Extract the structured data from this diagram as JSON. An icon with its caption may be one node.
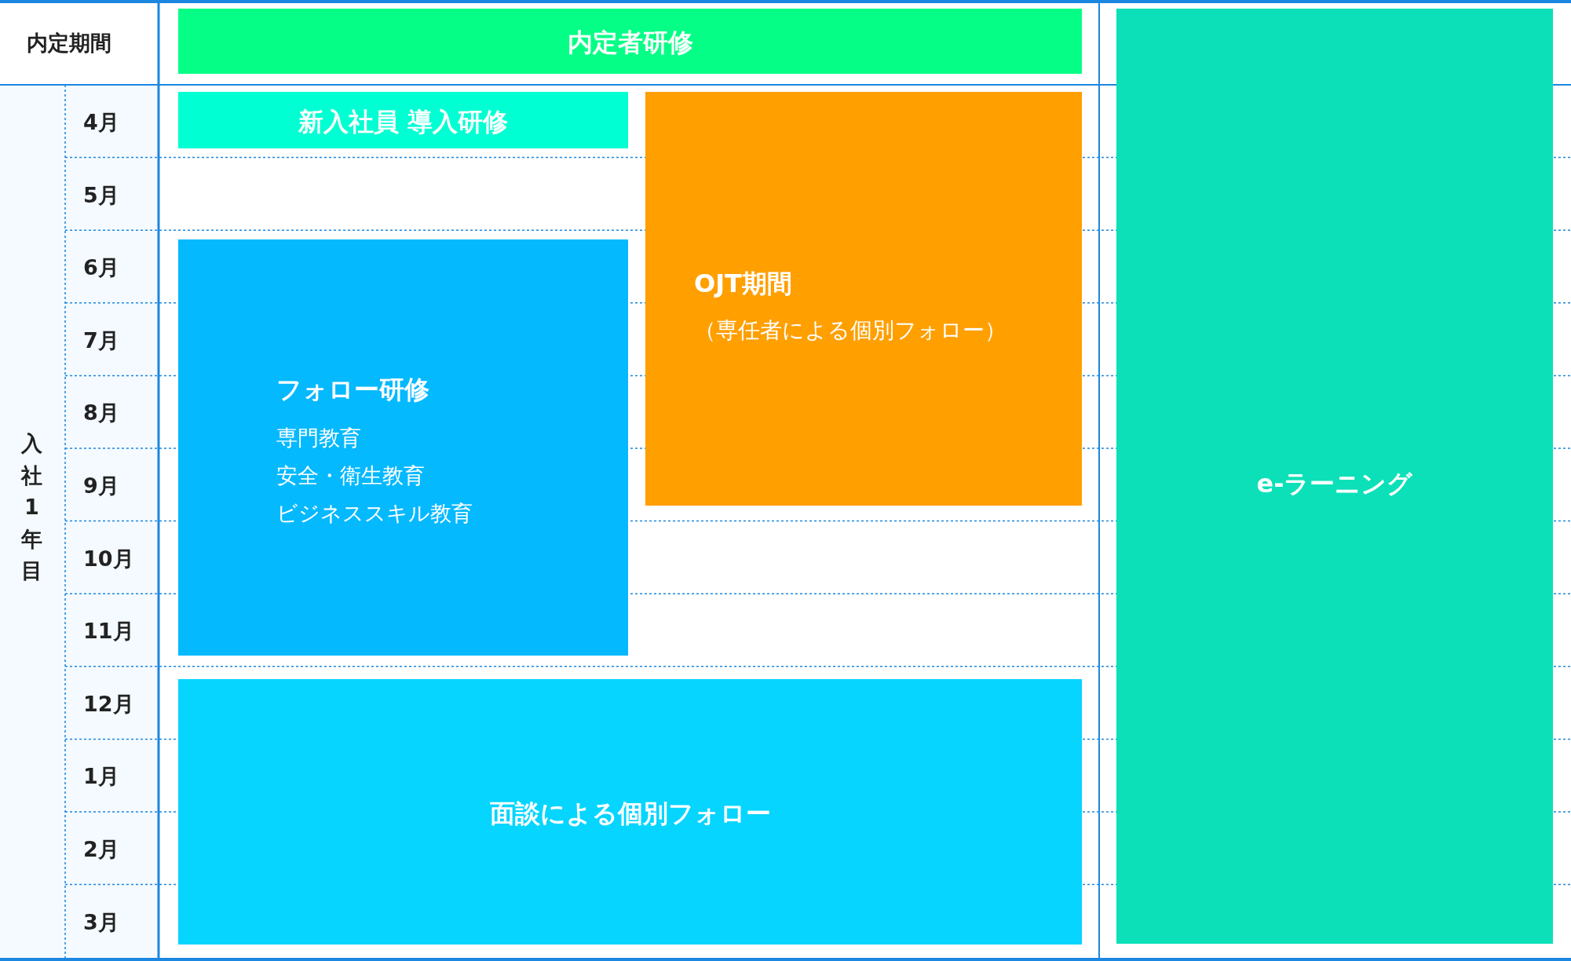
{
  "diagram": {
    "nodes": [
      {
        "text": [
          "内定者研修"
        ]
      },
      {
        "text": [
          "新入社員 導入研修"
        ]
      },
      {
        "text": [
          "OJT期間",
          "（専任者による個別フォロー）"
        ]
      },
      {
        "text": [
          "フォロー研修",
          "専門教育",
          "安全・衛生教育",
          "ビジネススキル教育"
        ]
      },
      {
        "text": [
          "面談による個別フォロー"
        ]
      },
      {
        "text": [
          "e-ラーニング"
        ]
      }
    ],
    "labels": [
      "内定期間",
      "入社1年目",
      "4月",
      "5月",
      "6月",
      "7月",
      "8月",
      "9月",
      "10月",
      "11月",
      "12月",
      "1月",
      "2月",
      "3月"
    ]
  }
}
